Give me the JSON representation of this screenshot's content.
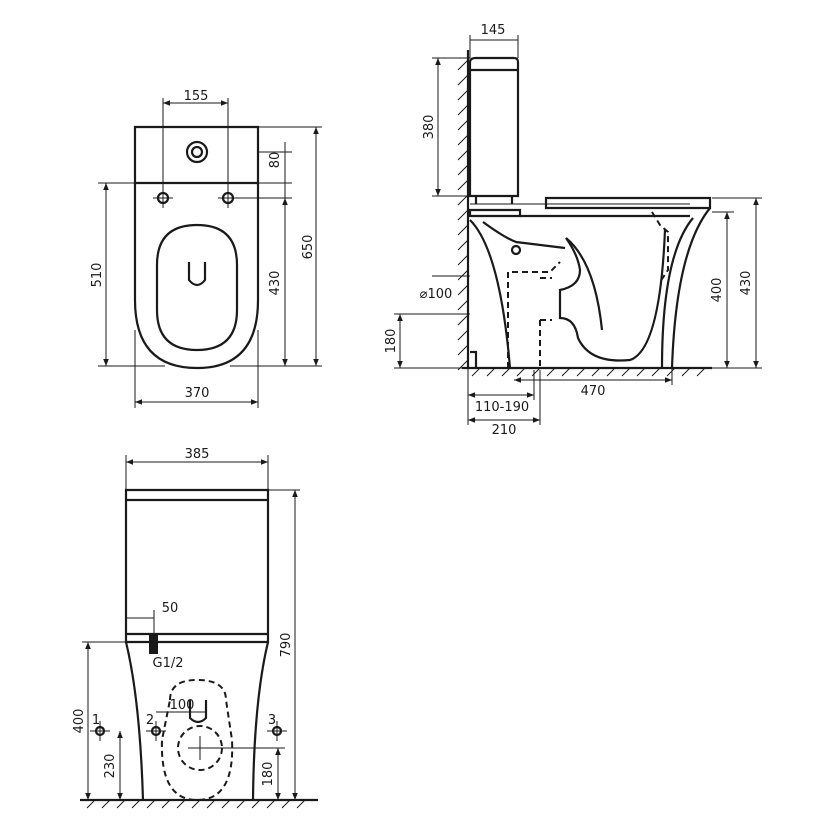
{
  "top_view": {
    "dims": [
      "155",
      "80",
      "650",
      "510",
      "430",
      "370"
    ]
  },
  "side_view": {
    "dims": [
      "145",
      "380",
      "⌀100",
      "180",
      "400",
      "430",
      "470",
      "110-190",
      "210"
    ]
  },
  "front_view": {
    "dims": [
      "385",
      "50",
      "G1/2",
      "790",
      "100",
      "400",
      "230",
      "180"
    ],
    "points": [
      "1",
      "2",
      "3"
    ]
  }
}
